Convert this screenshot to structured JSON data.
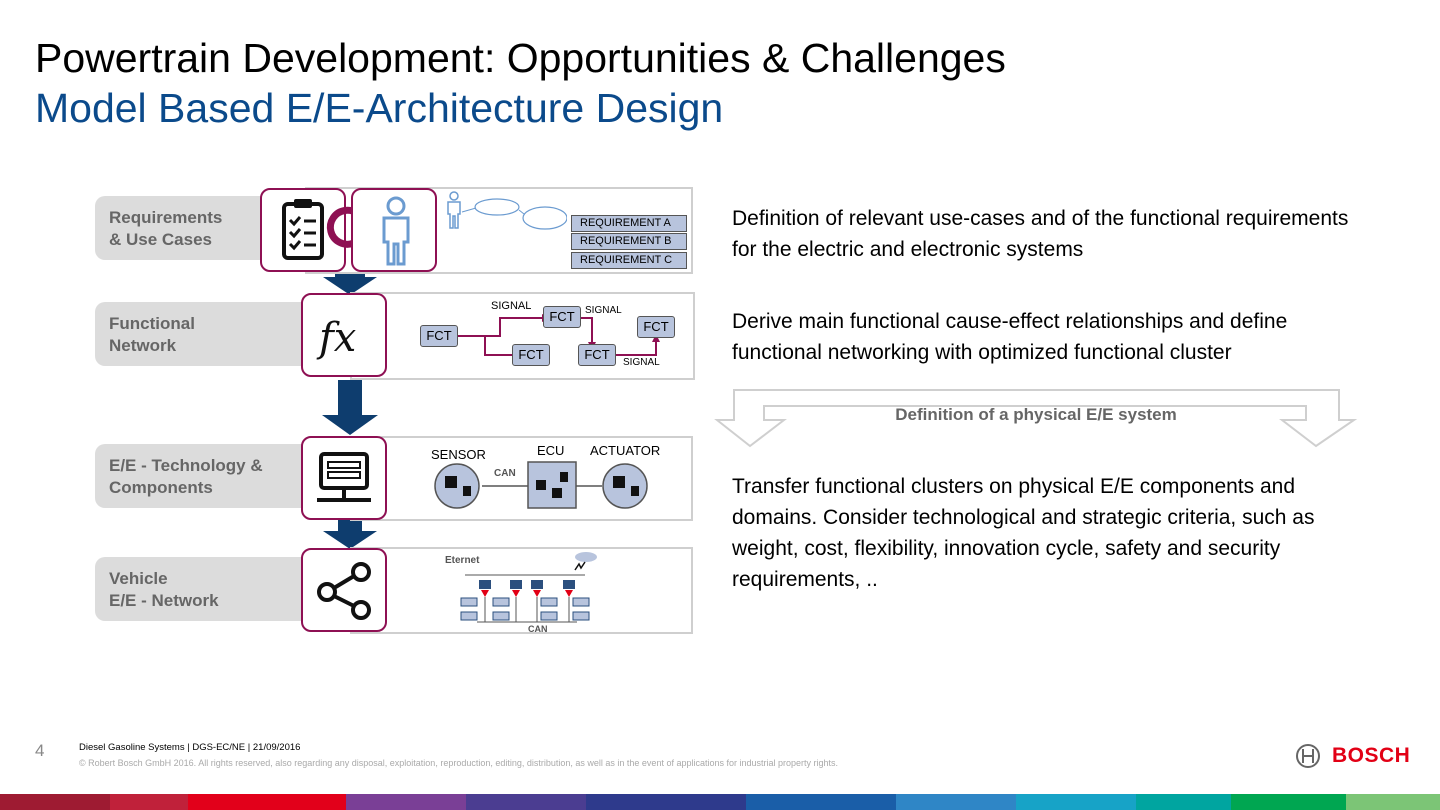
{
  "slide": {
    "title": "Powertrain Development: Opportunities & Challenges",
    "subtitle": "Model Based E/E-Architecture Design"
  },
  "stages": [
    {
      "label": "Requirements\n& Use Cases",
      "icon": "clipboard-checklist-icon"
    },
    {
      "label": "Functional\nNetwork",
      "icon": "fx-function-icon"
    },
    {
      "label": "E/E - Technology &\nComponents",
      "icon": "monitor-icon"
    },
    {
      "label": "Vehicle\nE/E - Network",
      "icon": "share-network-icon"
    }
  ],
  "requirements_panel": {
    "items": [
      "REQUIREMENT  A",
      "REQUIREMENT  B",
      "REQUIREMENT  C"
    ]
  },
  "functional_panel": {
    "fct": "FCT",
    "signal": "SIGNAL"
  },
  "components_panel": {
    "sensor": "SENSOR",
    "ecu": "ECU",
    "actuator": "ACTUATOR",
    "can": "CAN"
  },
  "network_panel": {
    "ethernet": "Eternet",
    "can": "CAN"
  },
  "descriptions": {
    "requirements": "Definition of relevant use-cases and of the functional requirements for the electric and electronic systems",
    "functional": "Derive main functional cause-effect relationships and define functional networking with optimized functional cluster",
    "band": "Definition of a physical E/E system",
    "transfer": "Transfer functional clusters on physical E/E components and domains. Consider technological and strategic criteria, such as weight, cost, flexibility, innovation cycle, safety and security requirements, .."
  },
  "footer": {
    "page_number": "4",
    "line1": "Diesel Gasoline Systems | DGS-EC/NE | 21/09/2016",
    "line2": "© Robert Bosch GmbH 2016. All rights reserved, also regarding any disposal, exploitation, reproduction, editing, distribution, as well as in the event of applications for industrial property rights.",
    "brand": "BOSCH"
  },
  "colors": {
    "accent_magenta": "#8e1053",
    "title_blue": "#0b4a8b",
    "arrow_navy": "#0e3d6e",
    "brand_red": "#e20015"
  }
}
